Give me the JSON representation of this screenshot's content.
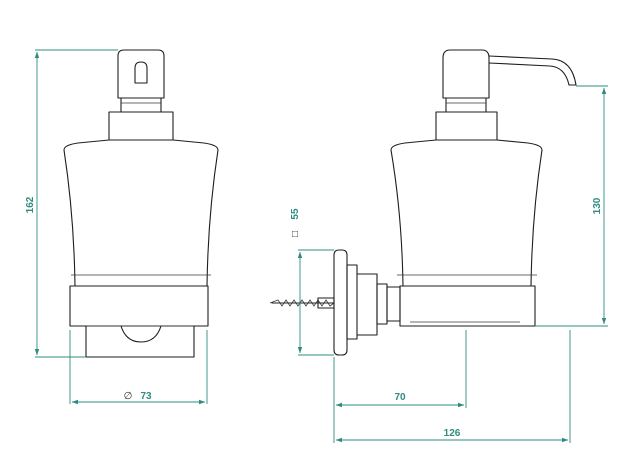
{
  "colors": {
    "outline": "#1e1e1e",
    "dimension": "#2e8c80",
    "background": "#ffffff"
  },
  "dimensions": {
    "total_height": "162",
    "diameter_symbol": "∅",
    "diameter": "73",
    "plate_symbol": "□",
    "plate_size": "55",
    "wall_to_center": "70",
    "total_projection": "126",
    "dispenser_height": "130"
  }
}
